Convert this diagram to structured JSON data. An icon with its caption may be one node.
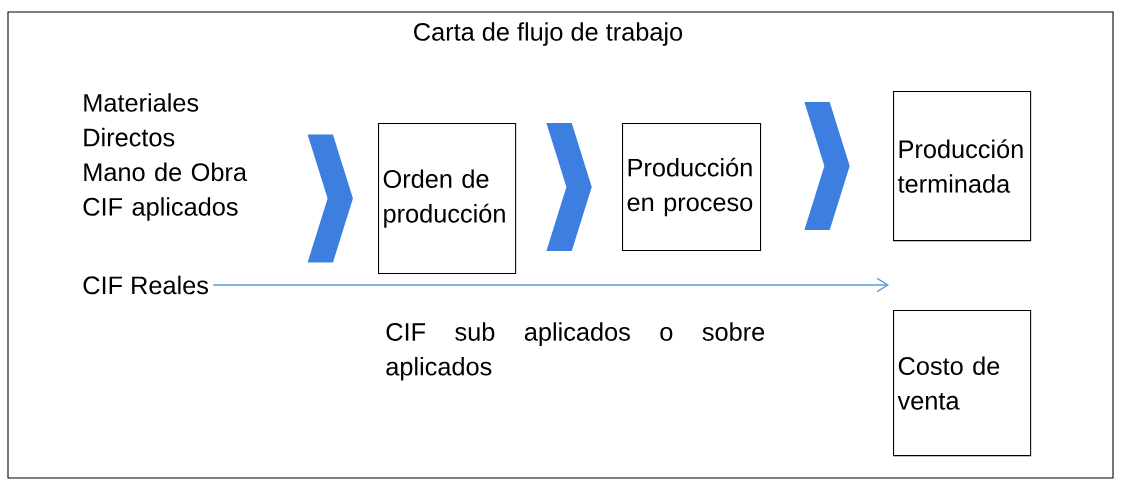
{
  "diagram": {
    "title": "Carta de flujo de trabajo",
    "nodes": [
      {
        "text": [
          "Materiales Directos",
          "Mano de Obra",
          "CIF aplicados"
        ]
      },
      {
        "text": [
          "Orden de producción"
        ]
      },
      {
        "text": [
          "Producción en proceso"
        ]
      },
      {
        "text": [
          "Producción terminada"
        ]
      },
      {
        "text": [
          "CIF Reales"
        ]
      },
      {
        "text": [
          "Costo de venta"
        ]
      }
    ],
    "edges": [
      {
        "from": 0,
        "to": 1,
        "arrow": "to"
      },
      {
        "from": 1,
        "to": 2,
        "arrow": "to"
      },
      {
        "from": 2,
        "to": 3,
        "arrow": "to"
      },
      {
        "from": 4,
        "to": 5,
        "arrow": "to",
        "label": "CIF sub aplicados o sobre aplicados",
        "color": "#5b9bd5"
      }
    ]
  }
}
